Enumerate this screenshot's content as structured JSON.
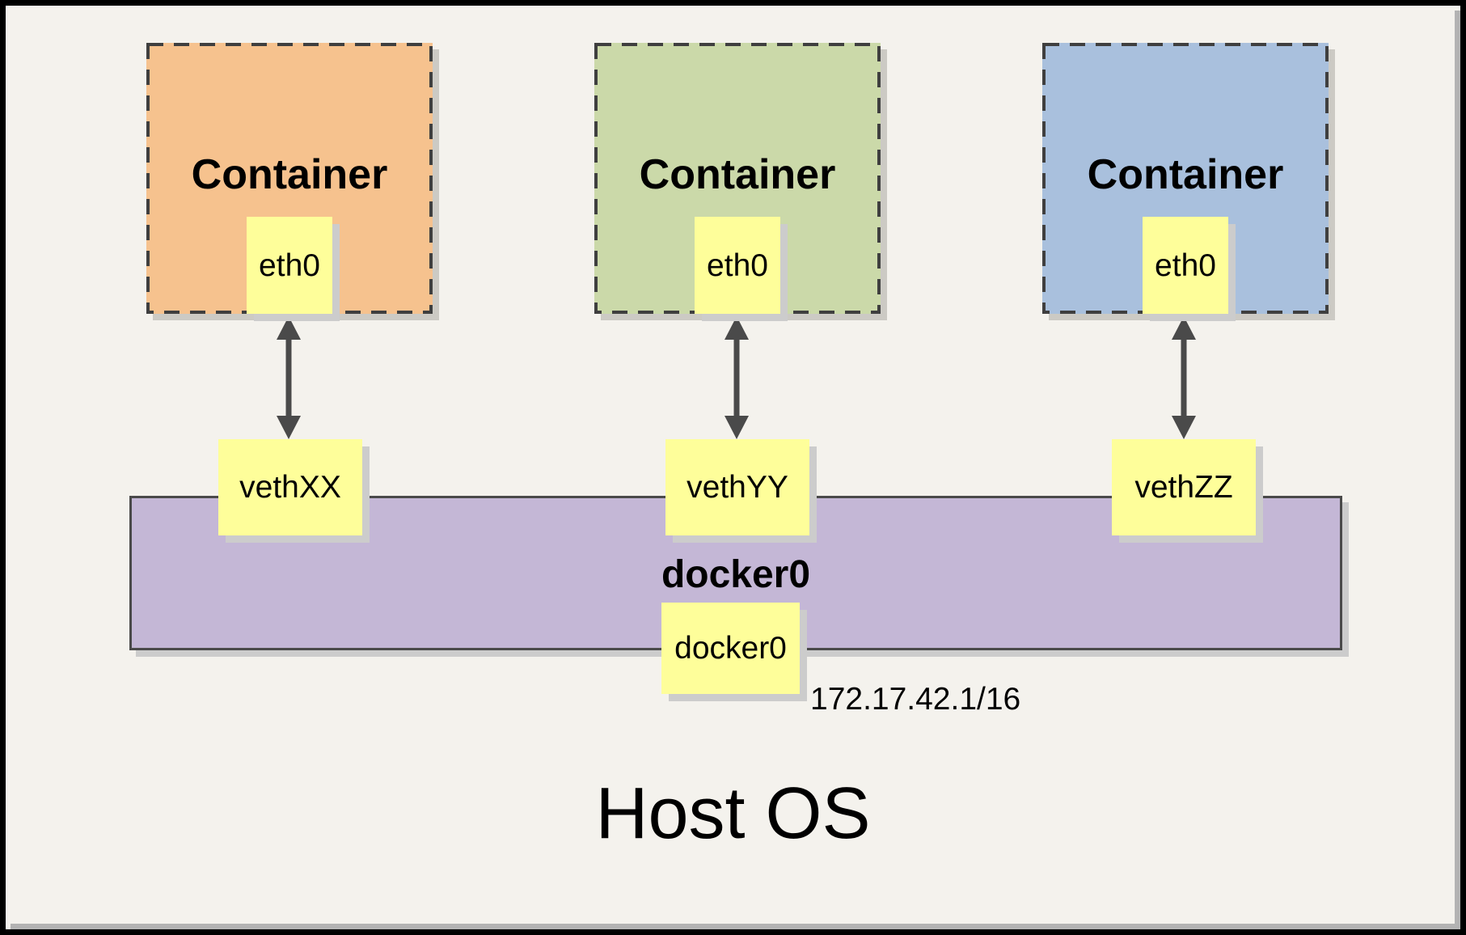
{
  "containers": [
    {
      "title": "Container",
      "port": "eth0",
      "veth": "vethXX",
      "fill": "#F6C28E"
    },
    {
      "title": "Container",
      "port": "eth0",
      "veth": "vethYY",
      "fill": "#CBD9A9"
    },
    {
      "title": "Container",
      "port": "eth0",
      "veth": "vethZZ",
      "fill": "#A9C0DD"
    }
  ],
  "bridge": {
    "name": "docker0",
    "port": "docker0",
    "ip": "172.17.42.1/16",
    "fill": "#C4B7D6"
  },
  "host": {
    "name": "Host OS"
  },
  "colors": {
    "background": "#F4F2ED",
    "port_fill": "#FEFE9A",
    "line_dark": "#4A4A4A",
    "dashed_border": "#3F3F3F",
    "frame_border": "#000000",
    "page_shadow": "#B3B3B3",
    "drop_shadow": "#CCCCCC"
  }
}
